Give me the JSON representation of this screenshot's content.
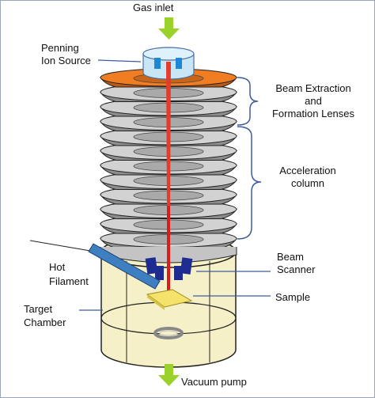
{
  "labels": {
    "gas_inlet": "Gas inlet",
    "penning_line1": "Penning",
    "penning_line2": "Ion Source",
    "beam_extraction_line1": "Beam Extraction",
    "beam_extraction_line2": "and",
    "beam_extraction_line3": "Formation Lenses",
    "acceleration_line1": "Acceleration",
    "acceleration_line2": "column",
    "beam_line1": "Beam",
    "beam_line2": "Scanner",
    "hot_line1": "Hot",
    "hot_line2": "Filament",
    "sample": "Sample",
    "target_line1": "Target",
    "target_line2": "Chamber",
    "vacuum_pump": "Vacuum pump"
  },
  "colors": {
    "arrow_green": "#9bd12b",
    "beam_red": "#e0191b",
    "chamber_fill": "#f6f0c8",
    "lens_orange": "#f07d22",
    "ring_light": "#d2d2d2",
    "ring_dark": "#8c8c8c",
    "source_blue": "#c8e6f5",
    "scanner_navy": "#1f2c8f",
    "filament_blue": "#3d7fc1",
    "sample_yellow": "#f5e26a",
    "leader_blue": "#3e5c9e"
  }
}
